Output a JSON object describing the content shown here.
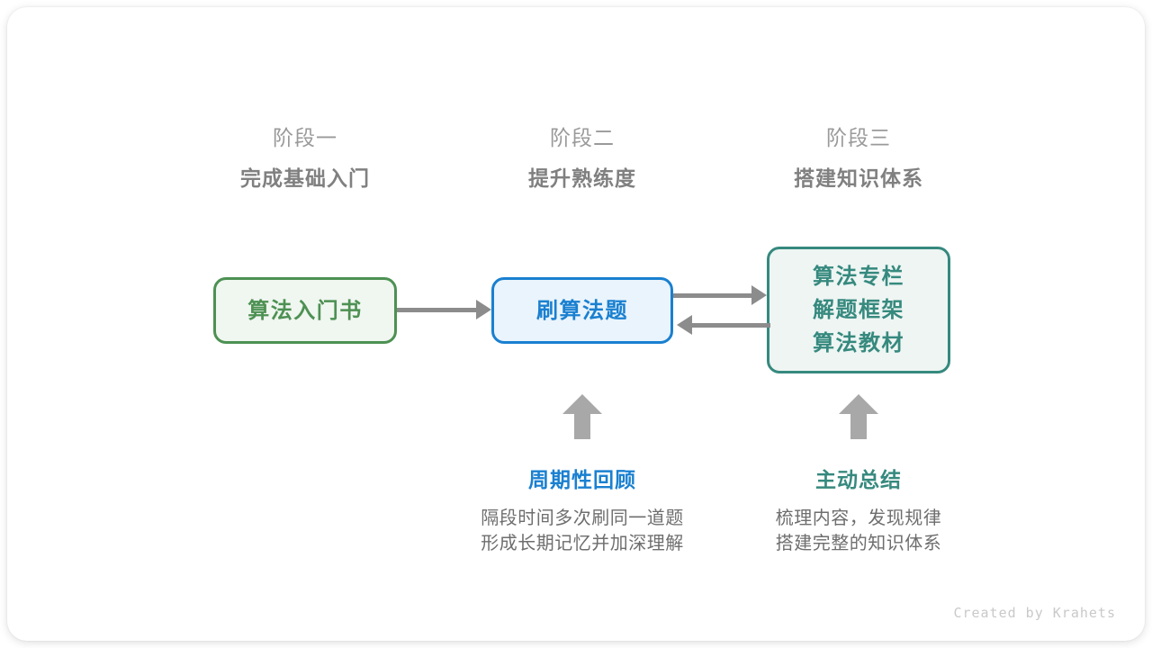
{
  "canvas": {
    "background": "#ffffff",
    "card_background": "#ffffff"
  },
  "colors": {
    "green": "#4d9153",
    "green_fill": "#f0f6f0",
    "blue": "#1a80d0",
    "blue_fill": "#eaf4fc",
    "teal": "#36897e",
    "teal_fill": "#eef5f3",
    "arrow_gray": "#8c8c8c",
    "header_sub_gray": "#9a9a9a",
    "header_title_gray": "#808080",
    "desc_gray": "#6e6e6e",
    "credit_gray": "#c9c9c9"
  },
  "stages": [
    {
      "label": "阶段一",
      "title": "完成基础入门"
    },
    {
      "label": "阶段二",
      "title": "提升熟练度"
    },
    {
      "label": "阶段三",
      "title": "搭建知识体系"
    }
  ],
  "nodes": [
    {
      "id": "intro-book",
      "lines": [
        "算法入门书"
      ]
    },
    {
      "id": "practice-problems",
      "lines": [
        "刷算法题"
      ]
    },
    {
      "id": "knowledge-resources",
      "lines": [
        "算法专栏",
        "解题框架",
        "算法教材"
      ]
    }
  ],
  "connectors": [
    {
      "id": "book-to-practice",
      "direction": "right"
    },
    {
      "id": "practice-to-resources",
      "direction": "right"
    },
    {
      "id": "resources-to-practice",
      "direction": "left"
    }
  ],
  "annotations": [
    {
      "id": "periodic-review",
      "icon": "arrow-up-icon",
      "title": "周期性回顾",
      "lines": [
        "隔段时间多次刷同一道题",
        "形成长期记忆并加深理解"
      ]
    },
    {
      "id": "active-summary",
      "icon": "arrow-up-icon",
      "title": "主动总结",
      "lines": [
        "梳理内容，发现规律",
        "搭建完整的知识体系"
      ]
    }
  ],
  "credit": "Created by Krahets"
}
